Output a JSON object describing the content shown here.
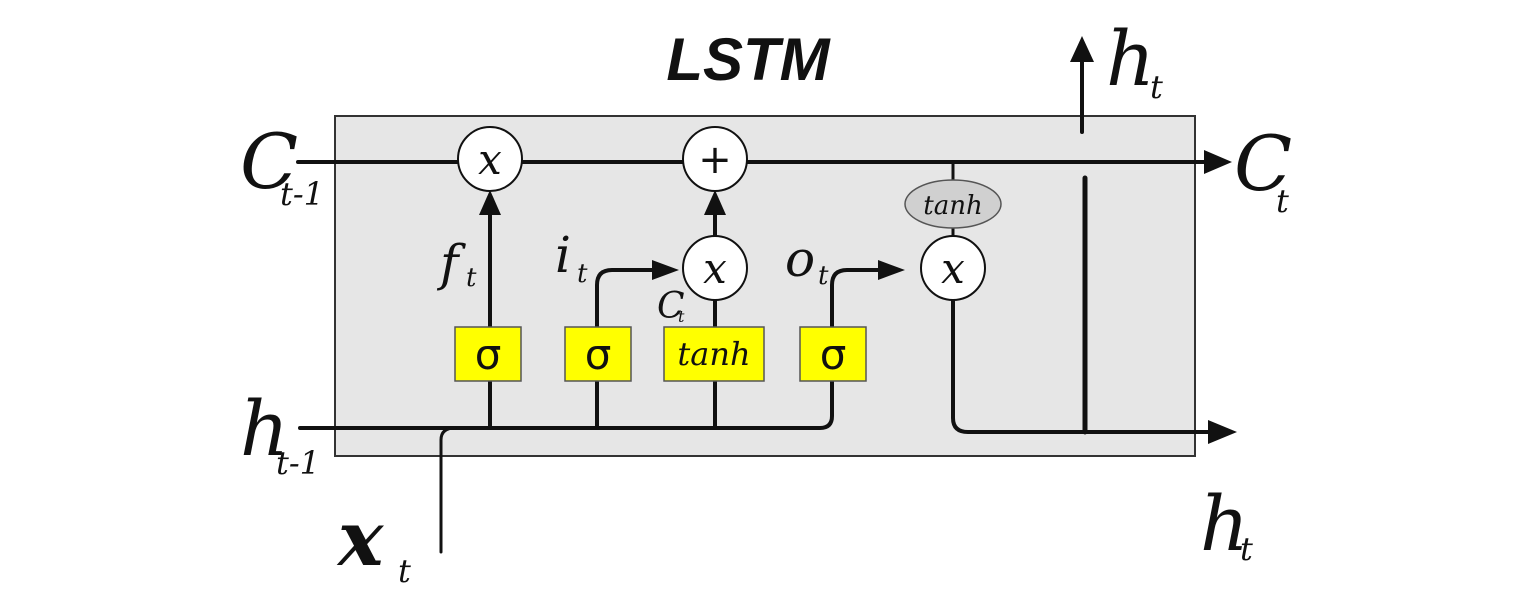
{
  "title": "LSTM",
  "labels": {
    "c_prev": {
      "base": "C",
      "sub": "t-1"
    },
    "c_out": {
      "base": "C",
      "sub": "t"
    },
    "h_prev": {
      "base": "h",
      "sub": "t-1"
    },
    "h_top": {
      "base": "h",
      "sub": "t"
    },
    "h_out": {
      "base": "h",
      "sub": "t"
    },
    "x_in": {
      "base": "x",
      "sub": "t"
    },
    "f_gate": {
      "base": "f",
      "sub": "t"
    },
    "i_gate": {
      "base": "i",
      "sub": "t"
    },
    "o_gate": {
      "base": "o",
      "sub": "t"
    },
    "c_tilde": {
      "base": "C",
      "sub": "t"
    }
  },
  "gates": {
    "forget": "σ",
    "input": "σ",
    "candidate": "tanh",
    "output": "σ"
  },
  "operators": {
    "forget_mult": "x",
    "cell_add": "+",
    "input_mult": "x",
    "output_mult": "x"
  },
  "cell_tanh": "tanh",
  "colors": {
    "cell_background": "#e6e6e6",
    "gate_background": "#ffff00",
    "tanh_ellipse": "#d0d0d0"
  }
}
